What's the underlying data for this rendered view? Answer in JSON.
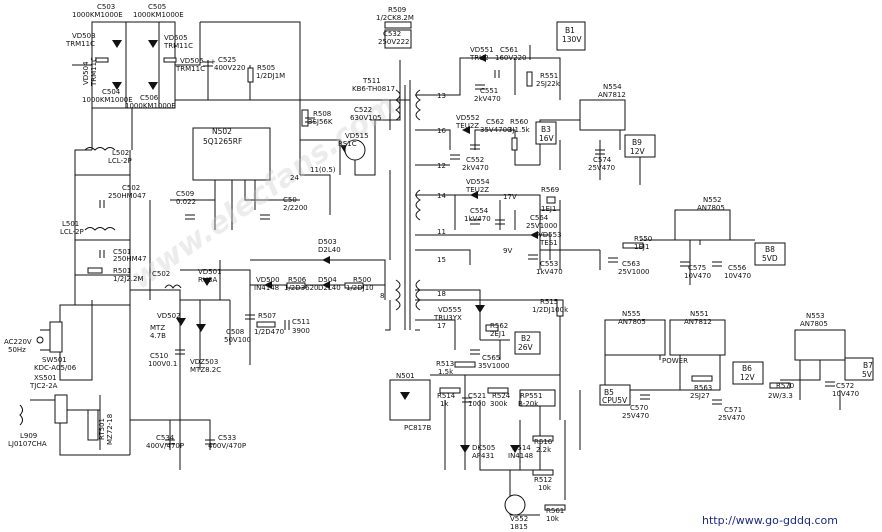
{
  "title": "",
  "watermark": "www.elecfans.com",
  "url": "http://www.go-gddq.com",
  "labels": {
    "c503": "C503",
    "c503v": "1000KM1000E",
    "c505": "C505",
    "c505v": "1000KM1000E",
    "vd503": "VD503",
    "vd503v": "TRM11C",
    "vd505": "VD505",
    "vd505v": "TRM11C",
    "vd504": "VD504",
    "vd504v": "TRM11C",
    "vd506": "VD506",
    "vd506v": "TRM11C",
    "c525": "C525",
    "c525v": "400V220",
    "r505": "R505",
    "r505v": "1/2DJ1M",
    "c504": "C504",
    "c504v": "1000KM1000E",
    "c506": "C506",
    "c506v": "1000KM1000E",
    "l502": "L502",
    "l502v": "LCL-2P",
    "c502": "C502",
    "c502v": "250HM047",
    "l501": "L501",
    "l501v": "LCL-2P",
    "c501": "C501",
    "c501v": "250HM47",
    "r501": "R501",
    "r501v": "1/2J2.2M",
    "ac": "AC220V",
    "acv": "50Hz",
    "sw501": "SW501",
    "sw501v": "KDC-A05/06",
    "xs501": "XS501",
    "xs501v": "TJC2-2A",
    "l909": "L909",
    "l909v": "LJ0107CHA",
    "rt501": "RT501",
    "rt501v": "MZ72-18",
    "c534": "C534",
    "c534v": "400V/470P",
    "c533": "C533",
    "c533v": "400V/470P",
    "n502": "N502",
    "n502v": "5Q1265RF",
    "c509": "C509",
    "c509v": "0.022",
    "c50x": "C50",
    "c50xv": "2/2200",
    "r509": "R509",
    "r509v": "1/2CK8.2M",
    "c532": "C532",
    "c532v": "250V222",
    "t511": "T511",
    "t511v": "KB6-TH0817",
    "r508": "R508",
    "r508v": "3SJ56K",
    "c522": "C522",
    "c522v": "630V105",
    "vd515": "VD515",
    "vd515v": "RS1C",
    "t24": "24",
    "t11": "11(0.5)",
    "vd551": "VD551",
    "vd551v": "TRU2",
    "c561": "C561",
    "c561v": "160V220",
    "b1": "B1",
    "b1v": "130V",
    "r551": "R551",
    "r551v": "2SJ22k",
    "c551": "C551",
    "c551v": "2kV470",
    "n554": "N554",
    "n554v": "AN7812",
    "vd552": "VD552",
    "vd552v": "TEU2Z",
    "c562": "C562",
    "c562v": "35V4700",
    "r560": "R560",
    "r560v": "3J1.5k",
    "b3": "B3",
    "b3v": "16V",
    "c552": "C552",
    "c552v": "2kV470",
    "c574": "C574",
    "c574v": "25V470",
    "b9": "B9",
    "b9v": "12V",
    "vd554": "VD554",
    "vd554v": "TEU2Z",
    "v17": "17V",
    "r569": "R569",
    "r569v": "1EJ1",
    "c554": "C554",
    "c554v": "1kV470",
    "c564": "C564",
    "c564v": "25V1000",
    "vd553": "VD553",
    "vd553v": "TES1",
    "v9": "9V",
    "c553": "C553",
    "c553v": "1kV470",
    "r550": "R550",
    "r550v": "1EJ1",
    "c563": "C563",
    "c563v": "25V1000",
    "n552": "N552",
    "n552v": "AN7805",
    "c575": "C575",
    "c575v": "10V470",
    "c556": "C556",
    "c556v": "10V470",
    "b8": "B8",
    "b8v": "5VD",
    "vd501": "VD501",
    "vd501v": "RU3A",
    "vd502": "VD502",
    "vd502v": "MTZ",
    "vd502v2": "4.7B",
    "vd503b": "VDZ503",
    "vd503bv": "MTZ8.2C",
    "c510": "C510",
    "c510v": "100V0.1",
    "vd500": "VD500",
    "vd500v": "IN4148",
    "r506": "R506",
    "r506v": "1/2D3620",
    "d503": "D503",
    "d503v": "D2L40",
    "d504": "D504",
    "d504v": "D2L40",
    "r500": "R500",
    "r500v": "1/2DJ10",
    "c508": "C508",
    "c508v": "50V100",
    "r507": "R507",
    "r507v": "1/2D470",
    "c511": "C511",
    "c511v": "3900",
    "vd555": "VD555",
    "vd555v": "TRU3YX",
    "r562": "R562",
    "r562v": "2EJ1",
    "b2": "B2",
    "b2v": "26V",
    "c565": "C565",
    "c565v": "35V1000",
    "r515": "R515",
    "r515v": "1/2DJ100k",
    "n501": "N501",
    "n501v": "PC817B",
    "r513": "R513",
    "r513v": "1.5k",
    "r514": "R514",
    "r514v": "1k",
    "c521": "C521",
    "c521v": "1000",
    "r524": "R524",
    "r524v": "300k",
    "rp551": "RP551",
    "rp551v": "B-20k",
    "dk505": "DK505",
    "dk505v": "AP431",
    "d514": "D514",
    "d514v": "IN4148",
    "r516": "R516",
    "r516v": "2.2k",
    "r512": "R512",
    "r512v": "10k",
    "v552": "V552",
    "v552v": "1815",
    "r561": "R561",
    "r561v": "10k",
    "n555": "N555",
    "n555v": "AN7805",
    "n551": "N551",
    "n551v": "AN7812",
    "power": "POWER",
    "b5": "B5",
    "b5v": "CPU5V",
    "c570": "C570",
    "c570v": "25V470",
    "r563": "R563",
    "r563v": "2SJ27",
    "c571": "C571",
    "c571v": "25V470",
    "b6": "B6",
    "b6v": "12V",
    "r570": "R570",
    "r570v": "2W/3.3",
    "n553": "N553",
    "n553v": "AN7805",
    "b7": "B7",
    "b7v": "5V",
    "c572": "C572",
    "c572v": "10V470",
    "pin13": "13",
    "pin16": "16",
    "pin12": "12",
    "pin14": "14",
    "pin11": "11",
    "pin15": "15",
    "pin8": "8",
    "pin18": "18",
    "pin17": "17",
    "plus": "+"
  }
}
